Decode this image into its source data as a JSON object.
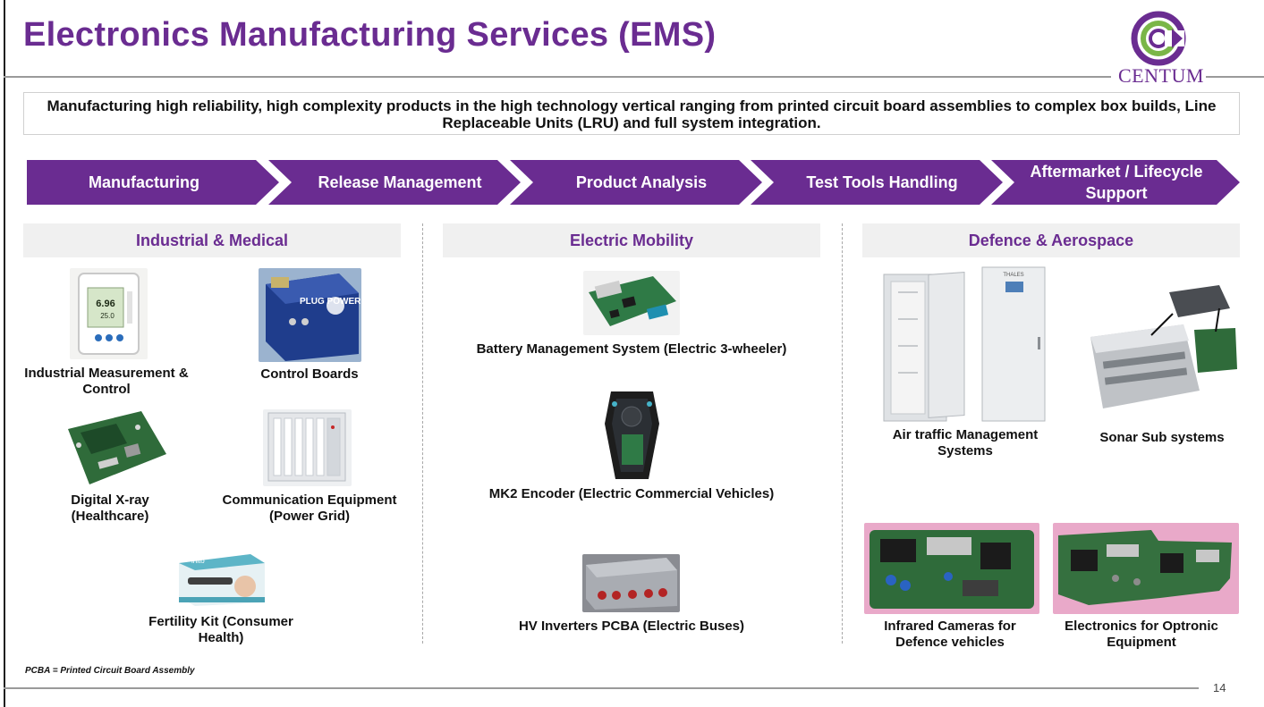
{
  "slide": {
    "title": "Electronics Manufacturing Services (EMS)",
    "tagline": "Manufacturing high reliability, high complexity products in the high technology vertical ranging from printed circuit board assemblies to complex box builds, Line Replaceable Units (LRU) and full system integration.",
    "footnote": "PCBA = Printed Circuit Board Assembly",
    "page_number": "14"
  },
  "logo": {
    "text": "CENTUM",
    "color": "#6a2c91",
    "accent": "#7ab648"
  },
  "process": [
    "Manufacturing",
    "Release Management",
    "Product Analysis",
    "Test Tools Handling",
    "Aftermarket / Lifecycle Support"
  ],
  "columns": {
    "industrial": {
      "header": "Industrial & Medical",
      "items": [
        "Industrial Measurement & Control",
        "Control Boards",
        "Digital X-ray (Healthcare)",
        "Communication Equipment (Power Grid)",
        "Fertility Kit (Consumer Health)"
      ],
      "meter_reading": "6.96",
      "meter_sub": "25.0",
      "box_label": "PLUG POWER",
      "kit_brand": "inito"
    },
    "mobility": {
      "header": "Electric Mobility",
      "items": [
        "Battery Management System (Electric 3-wheeler)",
        "MK2 Encoder (Electric Commercial Vehicles)",
        "HV Inverters PCBA (Electric Buses)"
      ]
    },
    "defence": {
      "header": "Defence & Aerospace",
      "items": [
        "Air traffic Management Systems",
        "Sonar Sub systems",
        "Infrared Cameras for Defence vehicles",
        "Electronics for Optronic Equipment"
      ],
      "cabinet_brand": "THALES"
    }
  },
  "colors": {
    "brand_purple": "#6a2c91",
    "header_bg": "#f0f0f0",
    "pcb_green": "#2f6b3a",
    "pink_bg": "#e9a9c9"
  }
}
